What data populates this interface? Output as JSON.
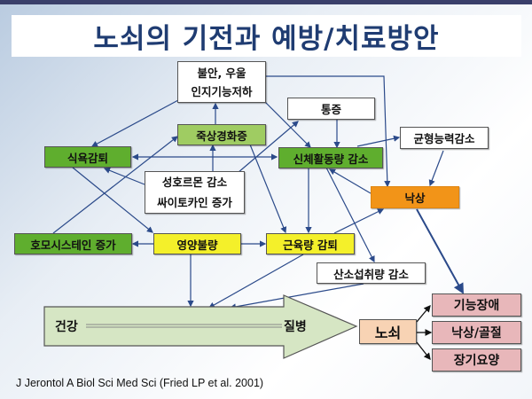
{
  "title": "노쇠의 기전과 예방/치료방안",
  "nodes": {
    "anxiety_line1": "불안, 우울",
    "anxiety_line2": "인지기능저하",
    "pain": "통증",
    "atherosclerosis": "죽상경화증",
    "balance": "균형능력감소",
    "appetite": "식욕감퇴",
    "activity": "신체활동량 감소",
    "hormone_line1": "성호르몬 감소",
    "hormone_line2": "싸이토카인 증가",
    "fall": "낙상",
    "homocysteine": "호모시스테인 증가",
    "malnutrition": "영양불량",
    "muscle": "근육량 감퇴",
    "oxygen": "산소섭취량 감소",
    "frailty": "노쇠",
    "disability": "기능장애",
    "fracture": "낙상/골절",
    "longterm_care": "장기요양"
  },
  "spectrum": {
    "start": "건강",
    "end": "질병"
  },
  "citation": "J Jerontol A Biol Sci Med Sci (Fried LP et al. 2001)",
  "colors": {
    "title": "#1f3c72",
    "arrow": "#2b4a8a",
    "green": "#5fae2e",
    "yellow": "#f4f02a",
    "orange": "#f29418",
    "pink": "#e8b7ba"
  }
}
